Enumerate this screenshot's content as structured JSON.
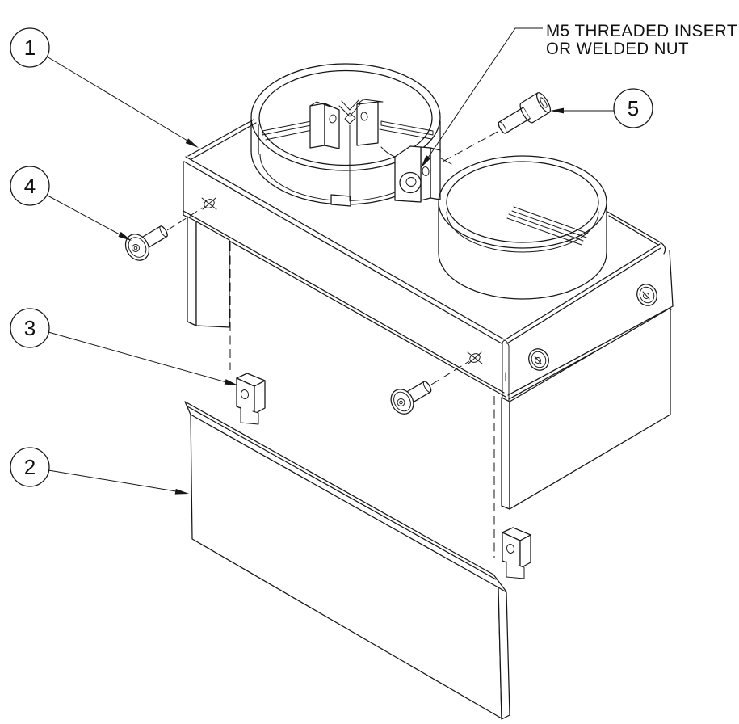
{
  "drawing": {
    "title": "exploded-assembly-view",
    "annotation": {
      "line1": "M5 THREADED INSERT",
      "line2": "OR WELDED NUT"
    },
    "balloons": [
      {
        "label": "1"
      },
      {
        "label": "2"
      },
      {
        "label": "3"
      },
      {
        "label": "4"
      },
      {
        "label": "5"
      }
    ],
    "colors": {
      "line": "#161616",
      "background": "#ffffff"
    }
  }
}
